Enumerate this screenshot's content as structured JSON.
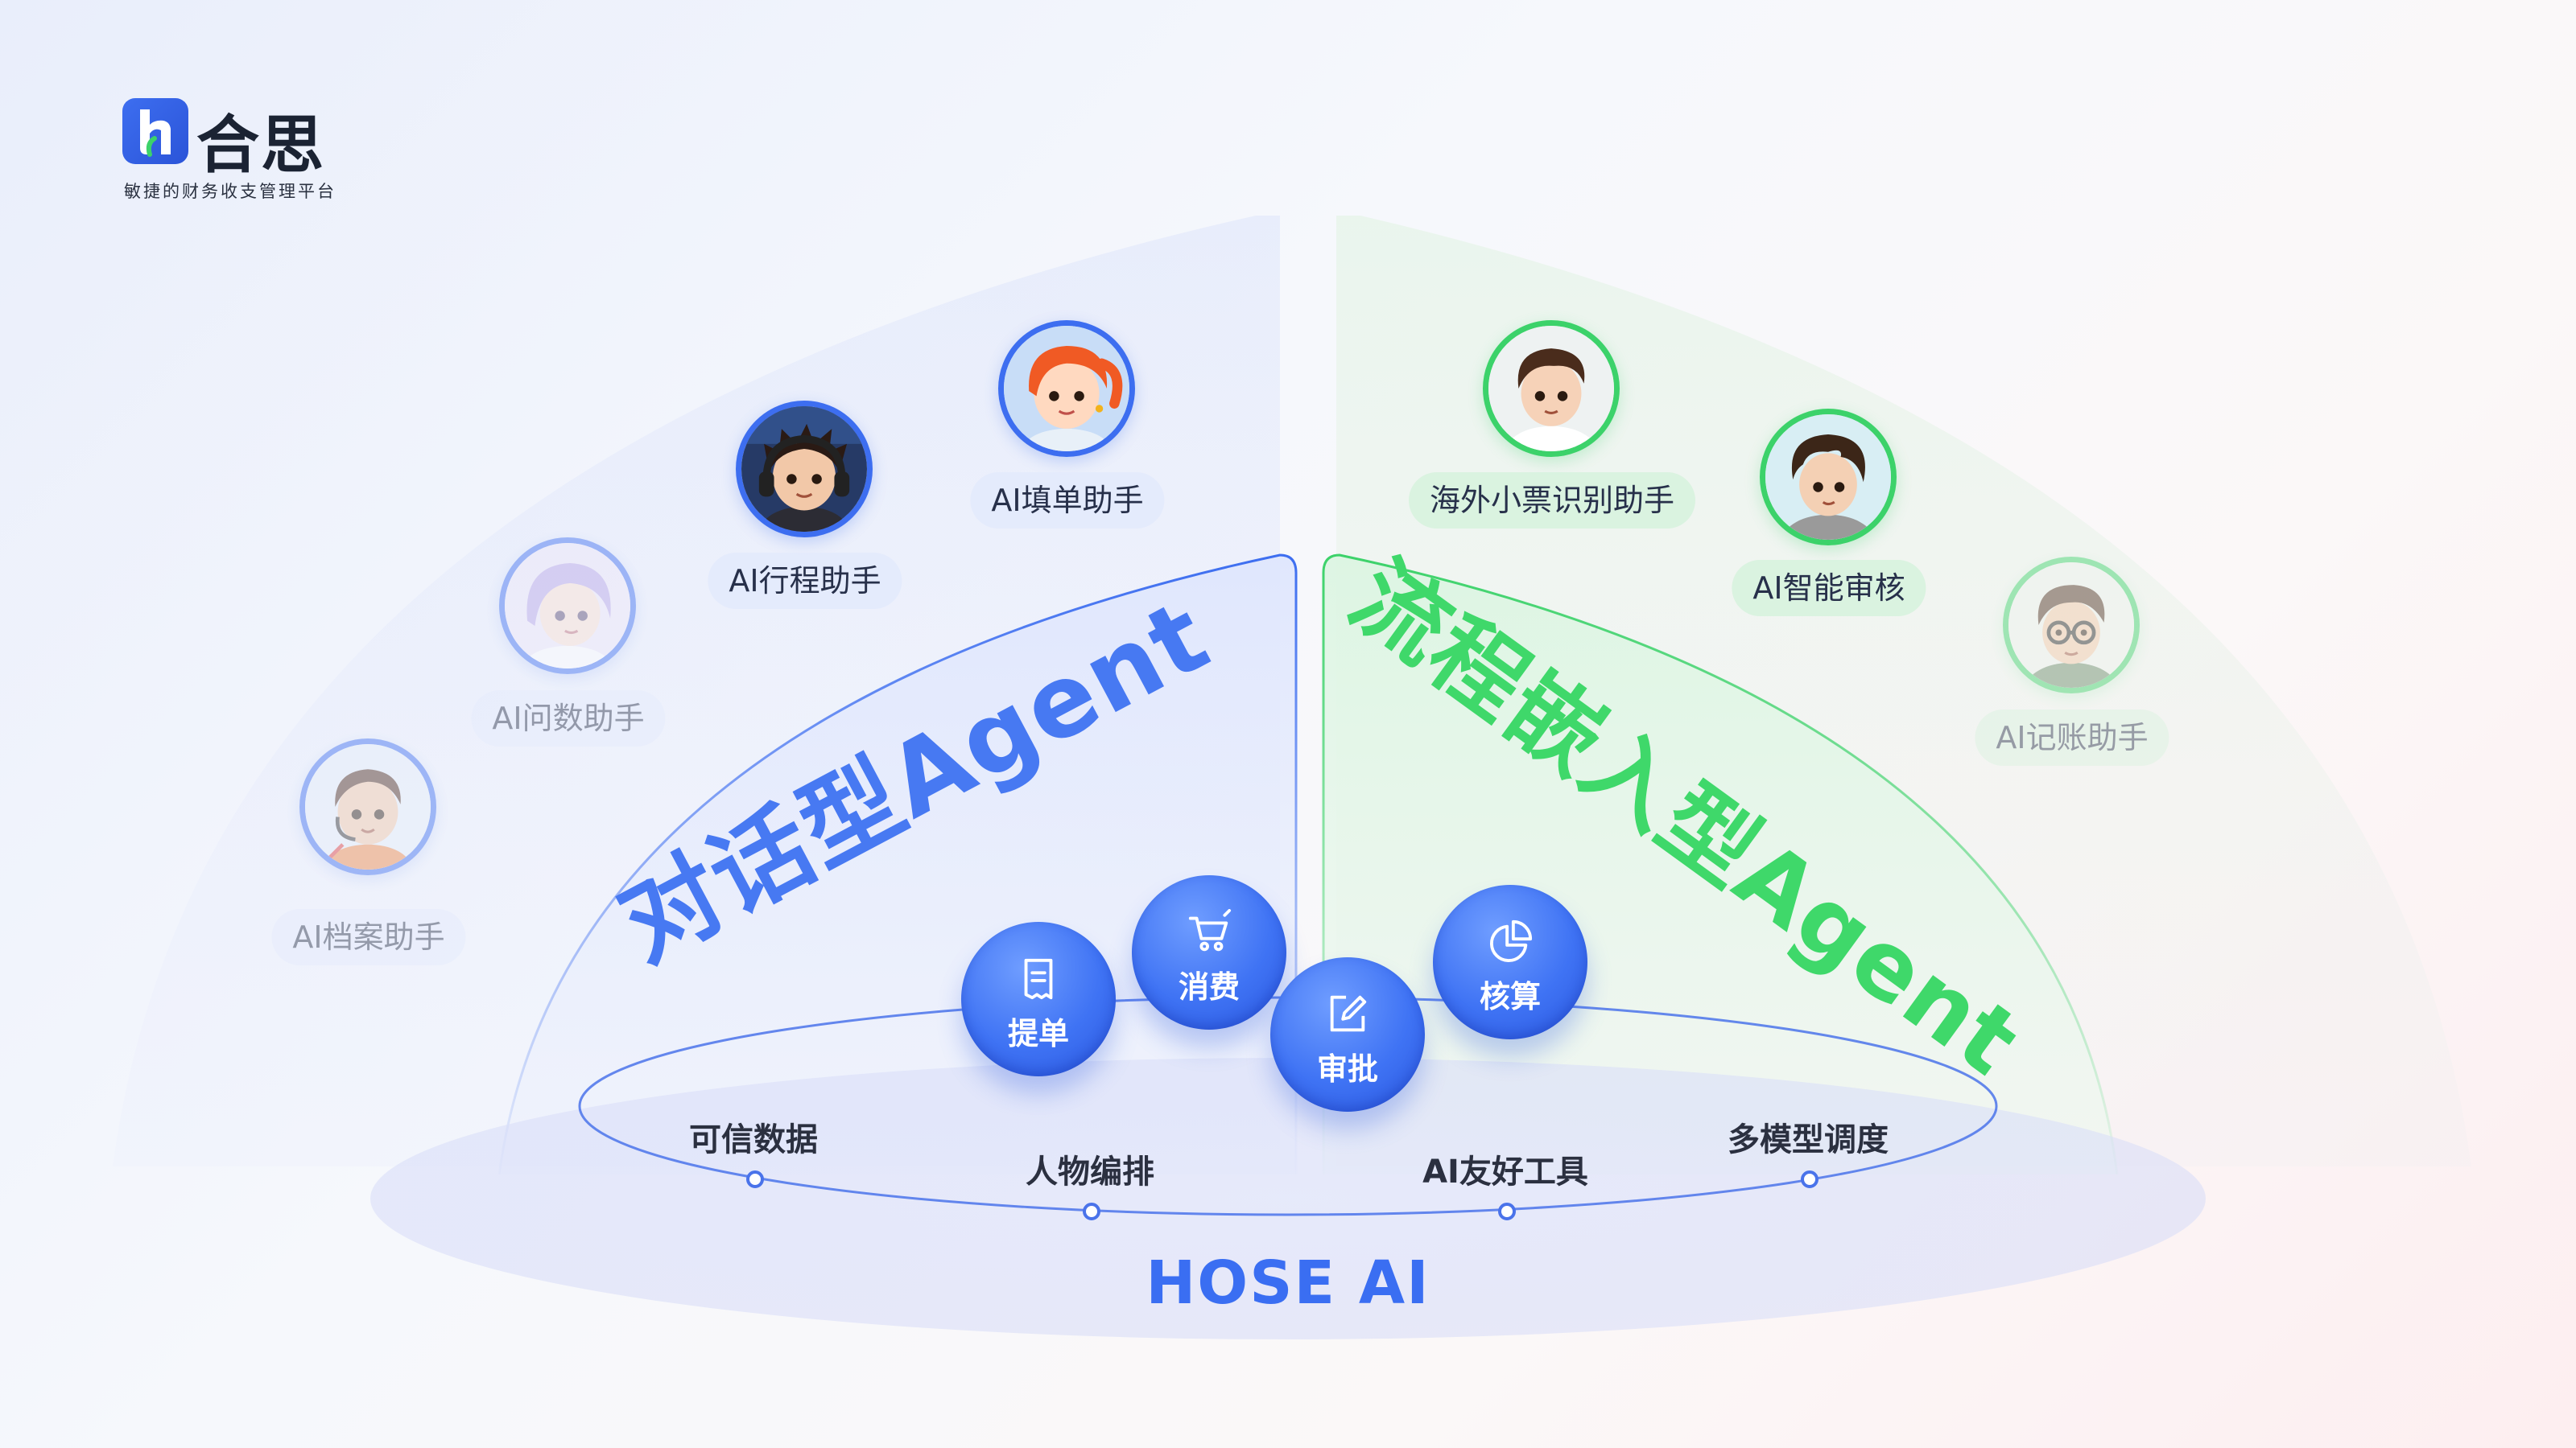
{
  "brand": {
    "name": "合思",
    "tagline": "敏捷的财务收支管理平台",
    "logo_icon": "hose-logo-icon",
    "colors": {
      "blue": "#3d6ef0",
      "green": "#3cd26a"
    }
  },
  "left_section": {
    "title": "对话型Agent",
    "color": "#4779f2",
    "agents": [
      {
        "label": "AI填单助手",
        "avatar": "avatar-orange-hair-girl"
      },
      {
        "label": "AI行程助手",
        "avatar": "avatar-headphones-boy"
      },
      {
        "label": "AI问数助手",
        "avatar": "avatar-lilac-hair-girl"
      },
      {
        "label": "AI档案助手",
        "avatar": "avatar-headset-boy"
      }
    ]
  },
  "right_section": {
    "title": "流程嵌入型Agent",
    "color": "#3fd86a",
    "agents": [
      {
        "label": "海外小票识别助手",
        "avatar": "avatar-boy-shirt"
      },
      {
        "label": "AI智能审核",
        "avatar": "avatar-curly-hair-boy"
      },
      {
        "label": "AI记账助手",
        "avatar": "avatar-glasses-boy"
      }
    ]
  },
  "features": [
    {
      "label": "提单",
      "icon": "receipt-icon"
    },
    {
      "label": "消费",
      "icon": "cart-icon"
    },
    {
      "label": "审批",
      "icon": "edit-icon"
    },
    {
      "label": "核算",
      "icon": "pie-chart-icon"
    }
  ],
  "foundation": {
    "items": [
      "可信数据",
      "人物编排",
      "AI友好工具",
      "多模型调度"
    ],
    "name": "HOSE AI"
  }
}
